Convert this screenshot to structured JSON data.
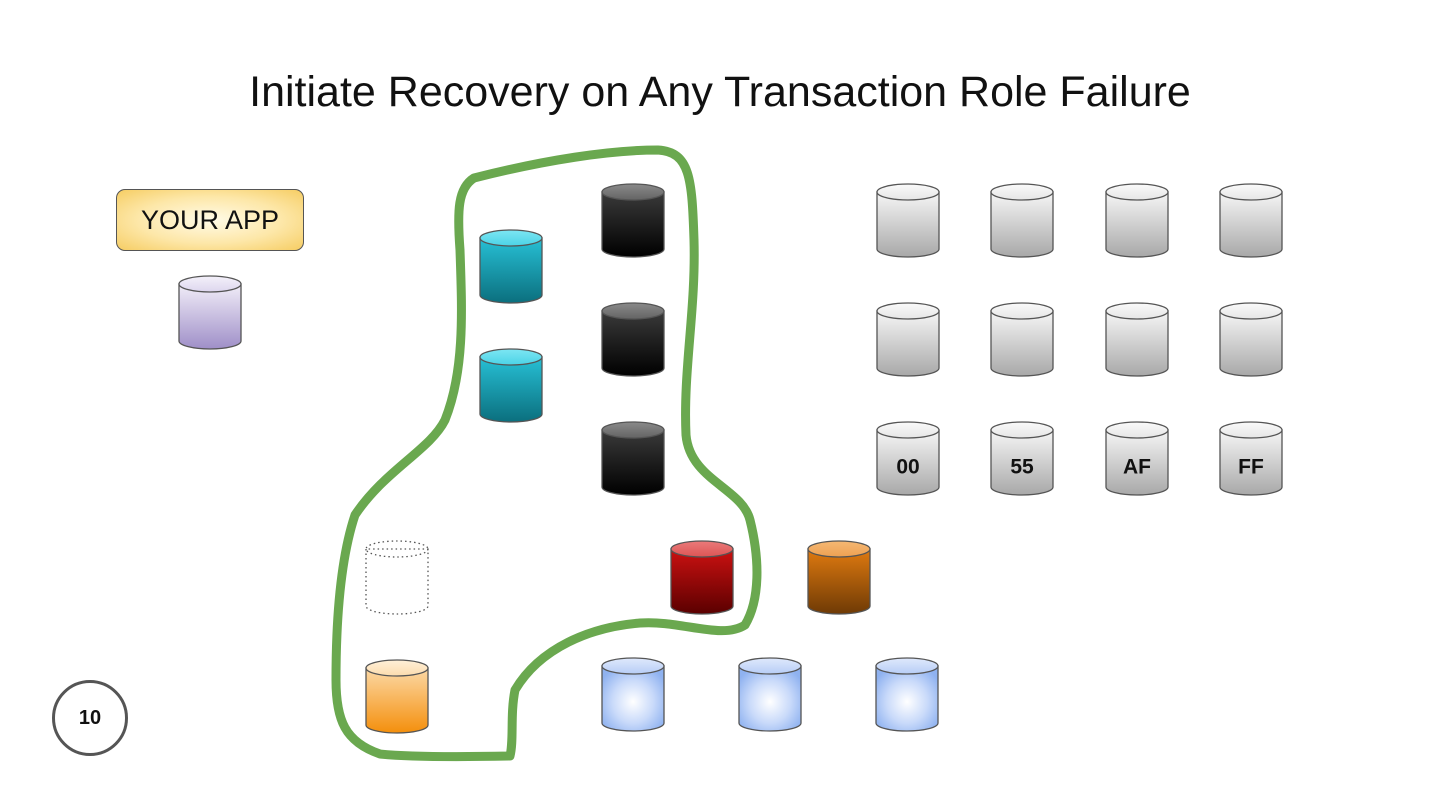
{
  "slide": {
    "title": "Initiate Recovery on Any Transaction Role Failure",
    "app_label": "YOUR APP",
    "page_number": "10"
  },
  "colors": {
    "outline": "#6aa84f",
    "app_box": "#f6cd63",
    "client": "#9f8fc8",
    "transaction_teal": "#1aa3b8",
    "transaction_black": "#111111",
    "failed_red": "#990000",
    "recruited_orange": "#b45f06",
    "coordinator_orange": "#f6a033",
    "log_blue": "#a9c4f5",
    "storage_gray": "#bdbdbd"
  },
  "storage_labels": [
    "00",
    "55",
    "AF",
    "FF"
  ]
}
